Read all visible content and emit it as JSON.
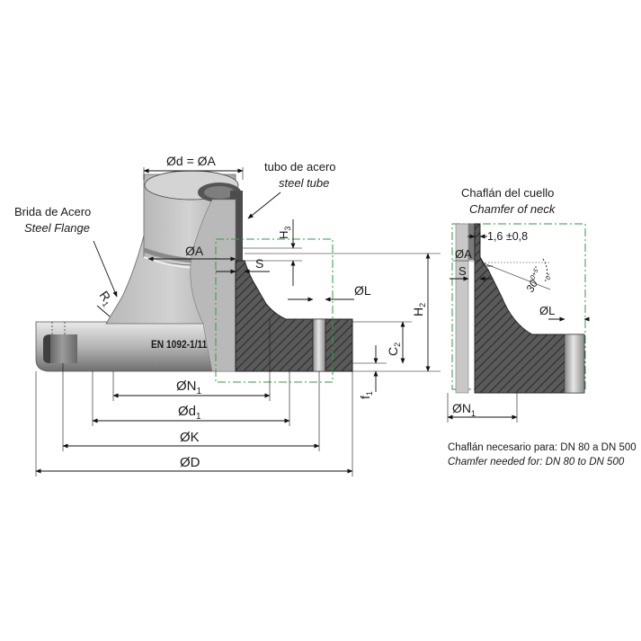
{
  "callouts": {
    "flange_es": "Brida de Acero",
    "flange_en": "Steel Flange",
    "tube_es": "tubo de acero",
    "tube_en": "steel tube",
    "stamp": "EN 1092-1/11"
  },
  "dims": {
    "d_eq_a": "Ød = ØA",
    "a": "ØA",
    "s": "S",
    "l": "ØL",
    "h2": "H",
    "h2_sub": "2",
    "h3": "H",
    "h3_sub": "3",
    "c2": "C",
    "c2_sub": "2",
    "f1": "f",
    "f1_sub": "1",
    "r1": "R",
    "r1_sub": "1",
    "n1": "ØN",
    "n1_sub": "1",
    "d1": "Ød",
    "d1_sub": "1",
    "k": "ØK",
    "d": "ØD"
  },
  "detail": {
    "title_es": "Chaflán del cuello",
    "title_en": "Chamfer of neck",
    "gap": "1,6 ±0,8",
    "a": "ØA",
    "s": "S",
    "angle": "30",
    "angle_deg": "0",
    "tol_plus": "+5°",
    "tol_minus": "0°",
    "l": "ØL",
    "n1": "ØN",
    "n1_sub": "1",
    "note_es": "Chaflán necesario para: DN 80 a DN 500",
    "note_en": "Chamfer needed for: DN 80 to DN 500"
  },
  "colors": {
    "steel_light": "#d9d9d9",
    "steel_mid": "#9a9a9a",
    "steel_dark": "#4a4a4a",
    "section_fill": "#555555",
    "centerline": "#2e9e3e",
    "ink": "#1a1a1a"
  }
}
